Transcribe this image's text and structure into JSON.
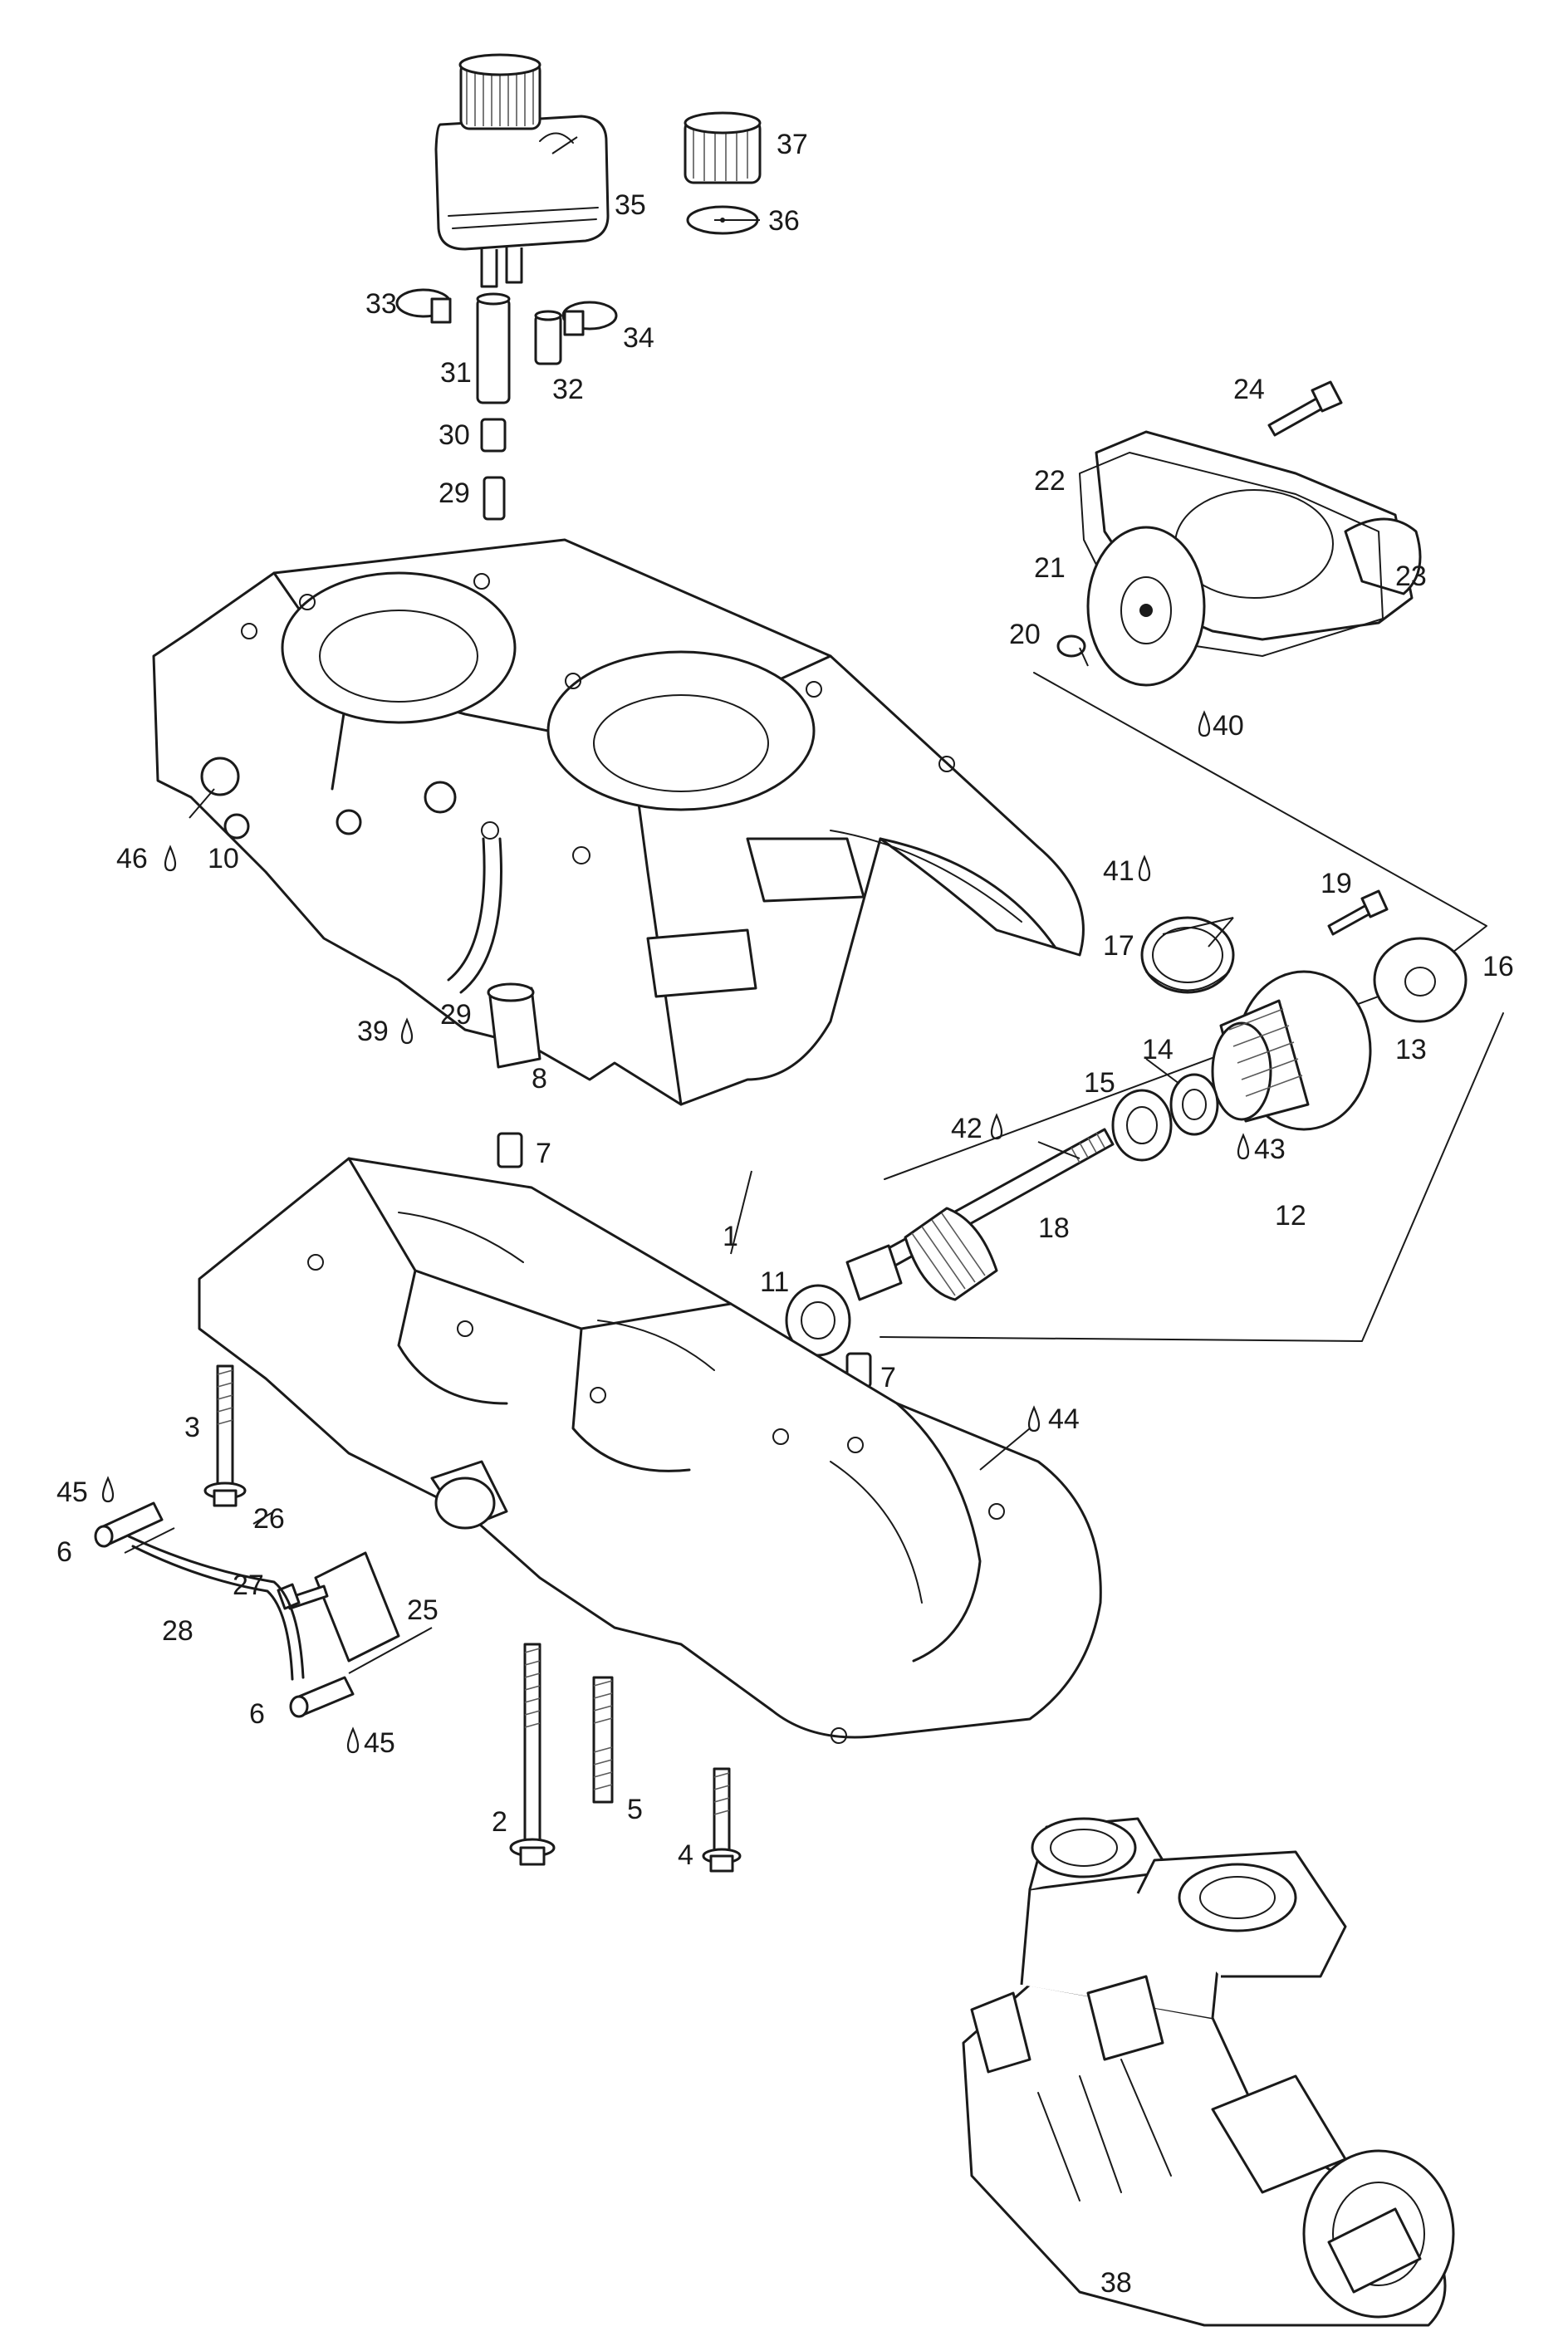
{
  "colors": {
    "ink": "#1a1a1a",
    "paper": "#ffffff"
  },
  "icons": {
    "lubricant_marker": "droplet-icon"
  },
  "callouts": [
    {
      "id": "c37",
      "text": "37"
    },
    {
      "id": "c35",
      "text": "35"
    },
    {
      "id": "c36",
      "text": "36"
    },
    {
      "id": "c33",
      "text": "33"
    },
    {
      "id": "c34",
      "text": "34"
    },
    {
      "id": "c31",
      "text": "31"
    },
    {
      "id": "c32",
      "text": "32"
    },
    {
      "id": "c30",
      "text": "30"
    },
    {
      "id": "c29a",
      "text": "29"
    },
    {
      "id": "c24",
      "text": "24"
    },
    {
      "id": "c22",
      "text": "22"
    },
    {
      "id": "c21",
      "text": "21"
    },
    {
      "id": "c23",
      "text": "23"
    },
    {
      "id": "c20",
      "text": "20"
    },
    {
      "id": "c40",
      "text": "40"
    },
    {
      "id": "c46",
      "text": "46"
    },
    {
      "id": "c10",
      "text": "10"
    },
    {
      "id": "c41",
      "text": "41"
    },
    {
      "id": "c17",
      "text": "17"
    },
    {
      "id": "c19",
      "text": "19"
    },
    {
      "id": "c16",
      "text": "16"
    },
    {
      "id": "c39",
      "text": "39"
    },
    {
      "id": "c29b",
      "text": "29"
    },
    {
      "id": "c8",
      "text": "8"
    },
    {
      "id": "c14",
      "text": "14"
    },
    {
      "id": "c15",
      "text": "15"
    },
    {
      "id": "c13",
      "text": "13"
    },
    {
      "id": "c43",
      "text": "43"
    },
    {
      "id": "c42",
      "text": "42"
    },
    {
      "id": "c7a",
      "text": "7"
    },
    {
      "id": "c1",
      "text": "1"
    },
    {
      "id": "c18",
      "text": "18"
    },
    {
      "id": "c12",
      "text": "12"
    },
    {
      "id": "c11",
      "text": "11"
    },
    {
      "id": "c7b",
      "text": "7"
    },
    {
      "id": "c44",
      "text": "44"
    },
    {
      "id": "c3",
      "text": "3"
    },
    {
      "id": "c45a",
      "text": "45"
    },
    {
      "id": "c6a",
      "text": "6"
    },
    {
      "id": "c26",
      "text": "26"
    },
    {
      "id": "c27",
      "text": "27"
    },
    {
      "id": "c28",
      "text": "28"
    },
    {
      "id": "c25",
      "text": "25"
    },
    {
      "id": "c6b",
      "text": "6"
    },
    {
      "id": "c45b",
      "text": "45"
    },
    {
      "id": "c2",
      "text": "2"
    },
    {
      "id": "c5",
      "text": "5"
    },
    {
      "id": "c4",
      "text": "4"
    },
    {
      "id": "c38",
      "text": "38"
    }
  ]
}
